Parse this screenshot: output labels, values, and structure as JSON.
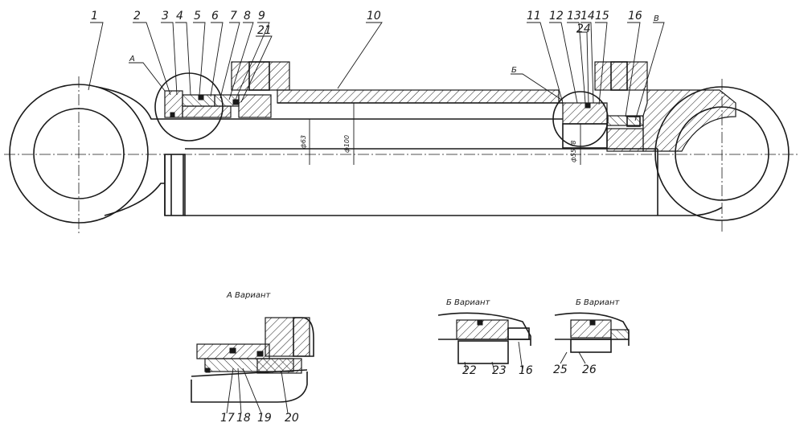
{
  "callouts": {
    "n1": "1",
    "n2": "2",
    "n3": "3",
    "n4": "4",
    "n5": "5",
    "n6": "6",
    "n7": "7",
    "n8": "8",
    "n9": "9",
    "n10": "10",
    "n11": "11",
    "n12": "12",
    "n13": "13",
    "n14": "14",
    "n15": "15",
    "n16": "16",
    "n17": "17",
    "n18": "18",
    "n19": "19",
    "n20": "20",
    "n21": "21",
    "n22": "22",
    "n23": "23",
    "n24": "24",
    "n25": "25",
    "n26": "26"
  },
  "markers": {
    "a": "A",
    "b": "Б",
    "v": "В"
  },
  "dimensions": {
    "rod": "ф63",
    "bore": "ф100",
    "piston": "ф55,f8"
  },
  "views": {
    "a_variant": "А Вариант",
    "b_variant_1": "Б Вариант",
    "b_variant_2": "Б Вариант"
  }
}
